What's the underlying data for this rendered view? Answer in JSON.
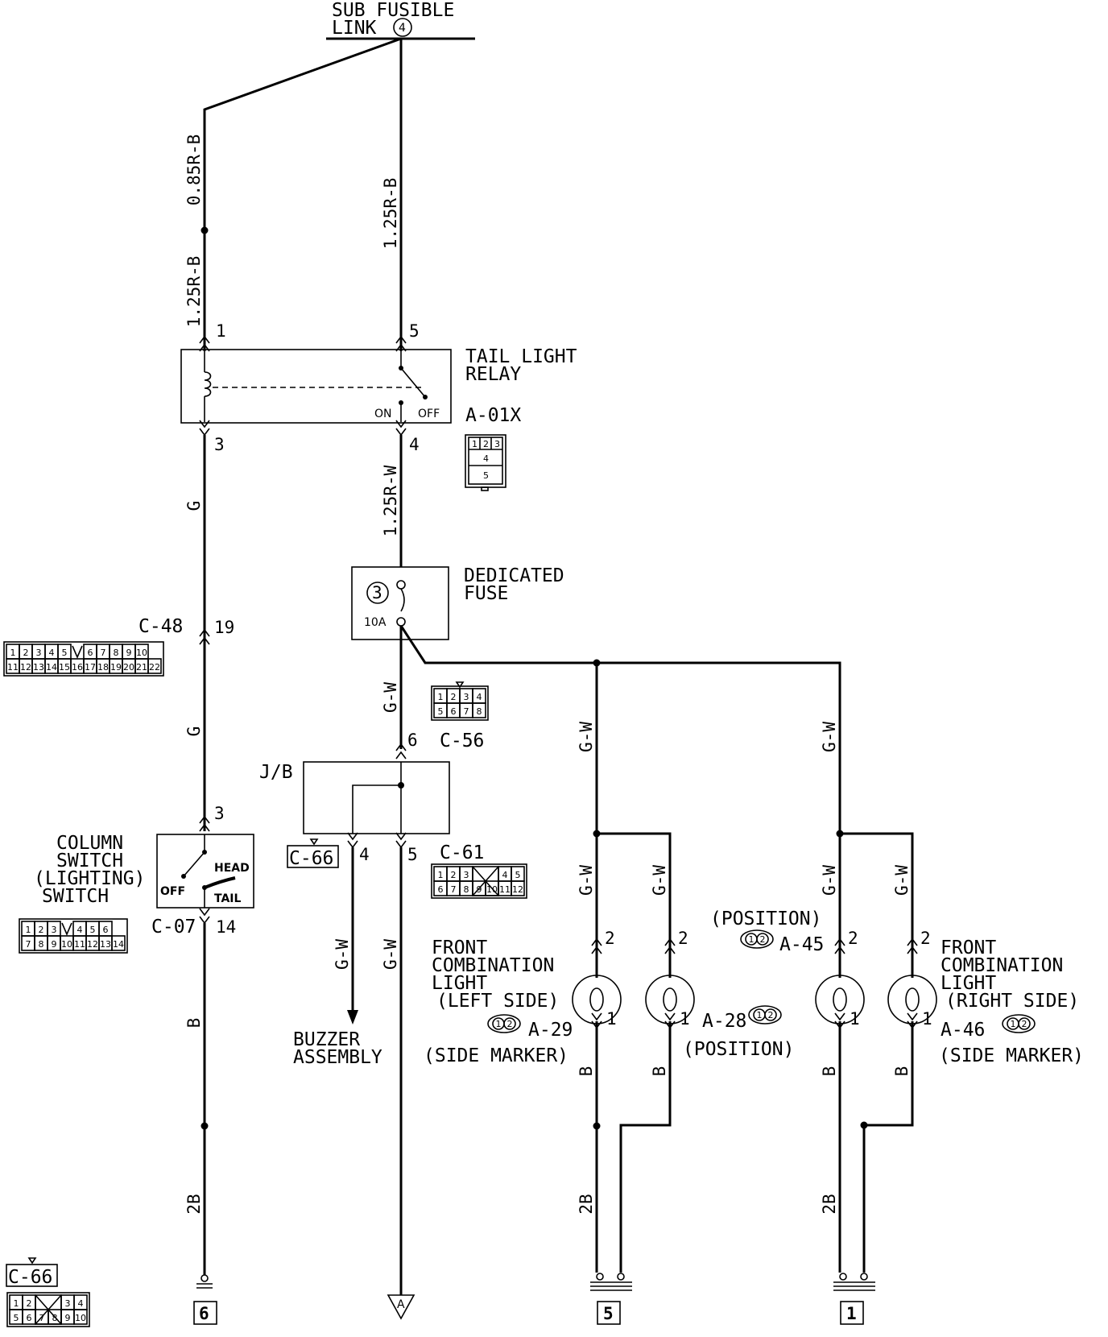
{
  "supply": {
    "line1": "SUB FUSIBLE",
    "line2": "LINK",
    "link_no": "4"
  },
  "wires": {
    "w_085": "0.85R-B",
    "w_125_left": "1.25R-B",
    "w_125_right": "1.25R-B",
    "w_125rw": "1.25R-W",
    "g": "G",
    "gw": "G-W",
    "b": "B",
    "b2": "2B"
  },
  "relay": {
    "line1": "TAIL LIGHT",
    "line2": "RELAY",
    "connector": "A-01X",
    "on": "ON",
    "off": "OFF",
    "pins": [
      "1",
      "5",
      "3",
      "4"
    ],
    "cells": [
      "1",
      "2",
      "3",
      "4",
      "5"
    ]
  },
  "fuse": {
    "line1": "DEDICATED",
    "line2": "FUSE",
    "number": "3",
    "rating": "10A"
  },
  "connectors": {
    "c48": {
      "id": "C-48",
      "pin": "19",
      "cells": [
        "1",
        "2",
        "3",
        "4",
        "5",
        "6",
        "7",
        "8",
        "9",
        "10",
        "11",
        "12",
        "13",
        "14",
        "15",
        "16",
        "17",
        "18",
        "19",
        "20",
        "21",
        "22"
      ]
    },
    "c56": {
      "id": "C-56",
      "pin": "6",
      "cells": [
        "1",
        "2",
        "3",
        "4",
        "5",
        "6",
        "7",
        "8"
      ]
    },
    "c61": {
      "id": "C-61",
      "pin": "5",
      "cells": [
        "1",
        "2",
        "3",
        "4",
        "5",
        "6",
        "7",
        "8",
        "9",
        "10",
        "11",
        "12"
      ]
    },
    "c66": {
      "id": "C-66",
      "cells": [
        "1",
        "2",
        "3",
        "4",
        "5",
        "6",
        "7",
        "8",
        "9",
        "10"
      ]
    },
    "c07": {
      "id": "C-07",
      "pin": "14",
      "cells": [
        "1",
        "2",
        "3",
        "4",
        "5",
        "6",
        "7",
        "8",
        "9",
        "10",
        "11",
        "12",
        "13",
        "14"
      ]
    }
  },
  "jb": {
    "label": "J/B",
    "pin4": "4",
    "c66": "C-66"
  },
  "column_switch": {
    "line1": "COLUMN",
    "line2": "SWITCH",
    "line3": "(LIGHTING)",
    "line4": "SWITCH",
    "head": "HEAD",
    "off": "OFF",
    "tail": "TAIL",
    "pin3": "3"
  },
  "buzzer": {
    "line1": "BUZZER",
    "line2": "ASSEMBLY"
  },
  "left_light": {
    "line1": "FRONT",
    "line2": "COMBINATION",
    "line3": "LIGHT",
    "line4": "(LEFT SIDE)",
    "side_marker_conn": "A-29",
    "side_marker": "(SIDE MARKER)",
    "position_conn": "A-28",
    "position": "(POSITION)"
  },
  "right_light": {
    "line1": "FRONT",
    "line2": "COMBINATION",
    "line3": "LIGHT",
    "line4": "(RIGHT SIDE)",
    "side_marker_conn": "A-46",
    "side_marker": "(SIDE MARKER)",
    "position_conn": "A-45",
    "position": "(POSITION)"
  },
  "bulb_pins": {
    "top": "2",
    "bottom": "1"
  },
  "grounds": {
    "g6": "6",
    "g5": "5",
    "g1": "1",
    "arrow_a": "A"
  }
}
